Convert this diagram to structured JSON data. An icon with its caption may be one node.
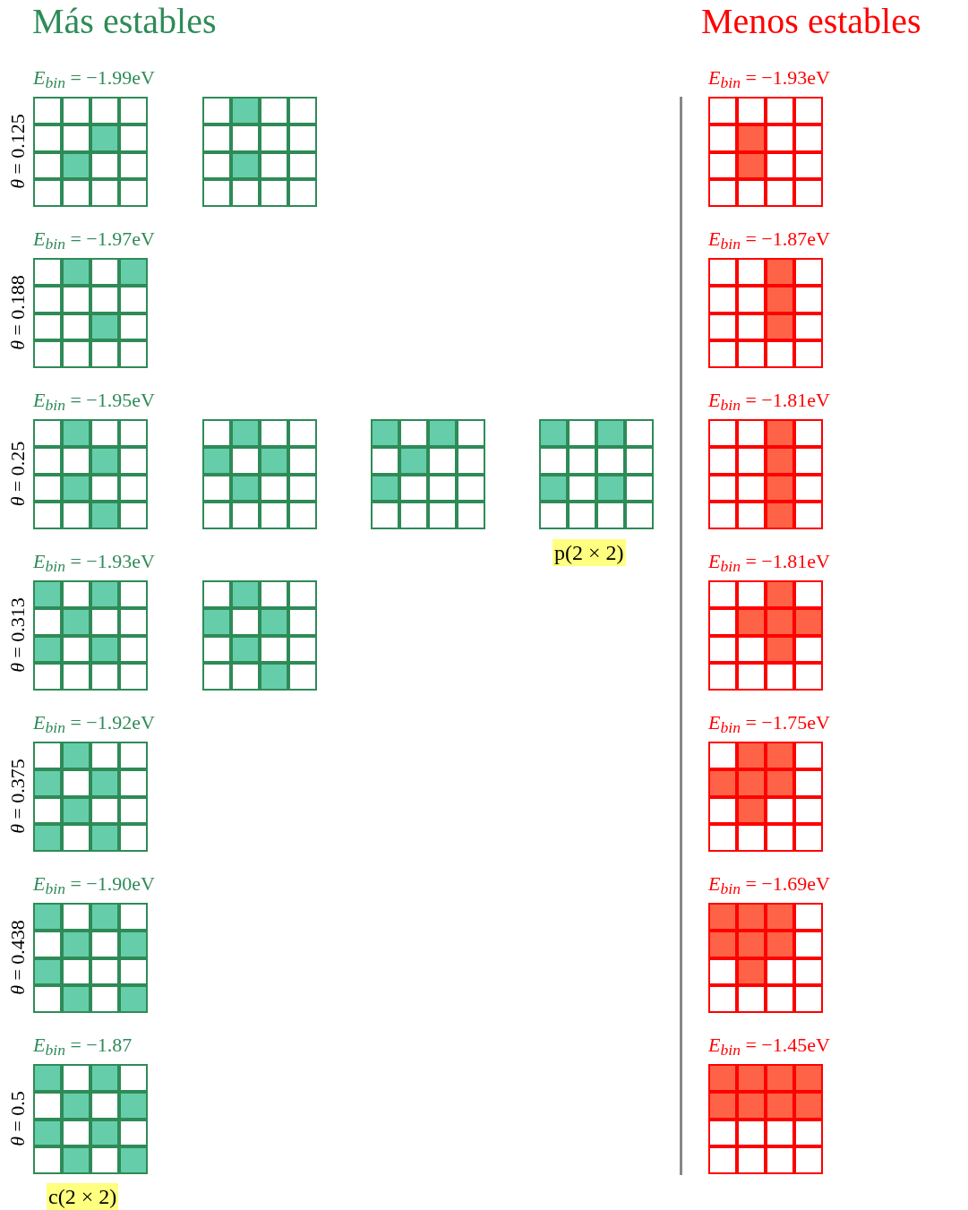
{
  "diagram": {
    "labels": [
      "Más estables",
      "Menos estables",
      "*E*$_{bin}$ = −1.99eV",
      "*E*$_{bin}$ = −1.93eV",
      "*θ* = 0.125",
      "*E*$_{bin}$ = −1.97eV",
      "*E*$_{bin}$ = −1.87eV",
      "*θ* = 0.188",
      "*E*$_{bin}$ = −1.95eV",
      "*E*$_{bin}$ = −1.81eV",
      "*θ* = 0.25",
      "*E*$_{bin}$ = −1.93eV",
      "*E*$_{bin}$ = −1.81eV",
      "*θ* = 0.313",
      "*E*$_{bin}$ = −1.92eV",
      "*E*$_{bin}$ = −1.75eV",
      "*θ* = 0.375",
      "*E*$_{bin}$ = −1.90eV",
      "*E*$_{bin}$ = −1.69eV",
      "*θ* = 0.438",
      "*E*$_{bin}$ = −1.87",
      "*E*$_{bin}$ = −1.45eV",
      "*θ* = 0.5",
      "p(2 × 2)",
      "c(2 × 2)"
    ]
  }
}
